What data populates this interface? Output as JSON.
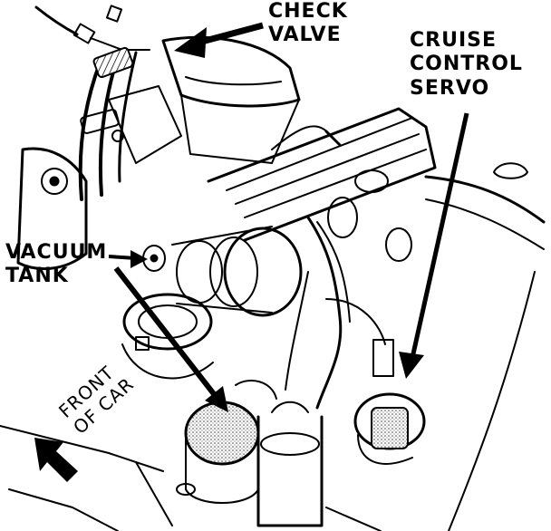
{
  "labels": {
    "check_valve": [
      "CHECK",
      "VALVE"
    ],
    "cruise_control_servo": [
      "CRUISE",
      "CONTROL",
      "SERVO"
    ],
    "vacuum_tank": [
      "VACUUM",
      "TANK"
    ],
    "front_of_car": [
      "FRONT",
      "OF CAR"
    ]
  },
  "colors": {
    "ink": "#000000",
    "paper": "#ffffff",
    "stipple": "#555555"
  }
}
